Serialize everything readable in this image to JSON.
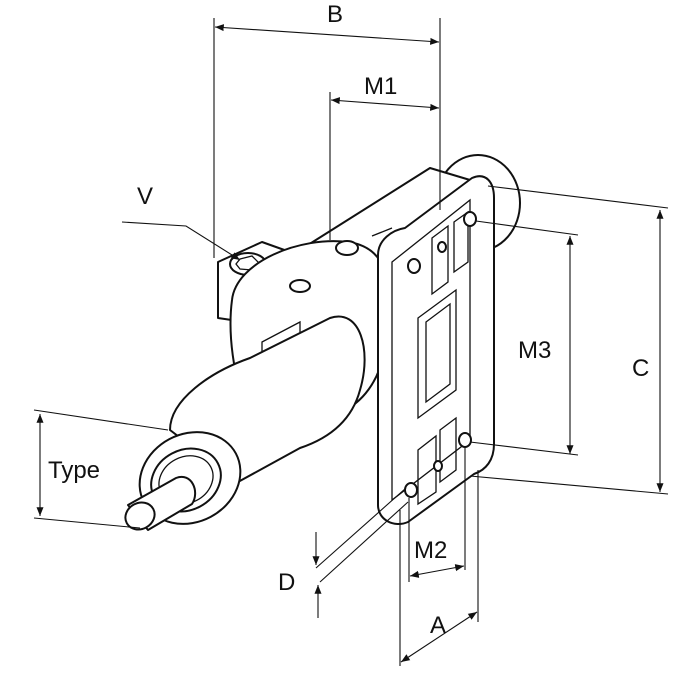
{
  "labels": {
    "b": "B",
    "m1": "M1",
    "v": "V",
    "m3": "M3",
    "c": "C",
    "type": "Type",
    "d": "D",
    "m2": "M2",
    "a": "A"
  }
}
